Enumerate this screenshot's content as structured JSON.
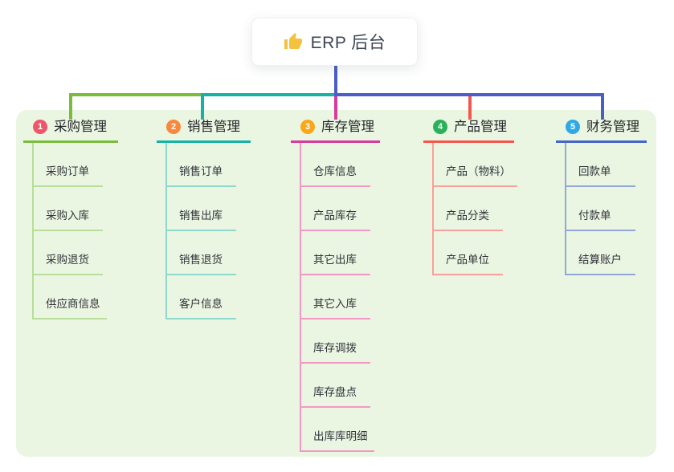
{
  "root": {
    "label": "ERP 后台",
    "icon": "thumbs-up-icon"
  },
  "branches": [
    {
      "index": "1",
      "title": "采购管理",
      "badge_color": "#F0566B",
      "line_color": "#7ABD3E",
      "light_color": "#B9DD9A",
      "children": [
        "采购订单",
        "采购入库",
        "采购退货",
        "供应商信息"
      ]
    },
    {
      "index": "2",
      "title": "销售管理",
      "badge_color": "#F8883C",
      "line_color": "#14B3A6",
      "light_color": "#8FD8CE",
      "children": [
        "销售订单",
        "销售出库",
        "销售退货",
        "客户信息"
      ]
    },
    {
      "index": "3",
      "title": "库存管理",
      "badge_color": "#FAA71B",
      "line_color": "#D63C9C",
      "light_color": "#F398C6",
      "children": [
        "仓库信息",
        "产品库存",
        "其它出库",
        "其它入库",
        "库存调拨",
        "库存盘点",
        "出库库明细"
      ]
    },
    {
      "index": "4",
      "title": "产品管理",
      "badge_color": "#2BB159",
      "line_color": "#F4574D",
      "light_color": "#F9A09B",
      "children": [
        "产品（物料）",
        "产品分类",
        "产品单位"
      ]
    },
    {
      "index": "5",
      "title": "财务管理",
      "badge_color": "#30A8E6",
      "line_color": "#4565C8",
      "light_color": "#93A6DB",
      "children": [
        "回款单",
        "付款单",
        "结算账户"
      ]
    }
  ],
  "colors": {
    "trunk": "#4A5EC8",
    "panel_bg": "#EAF6E2",
    "canvas_bg": "#FFFFFF",
    "icon_color": "#F4C23C"
  }
}
